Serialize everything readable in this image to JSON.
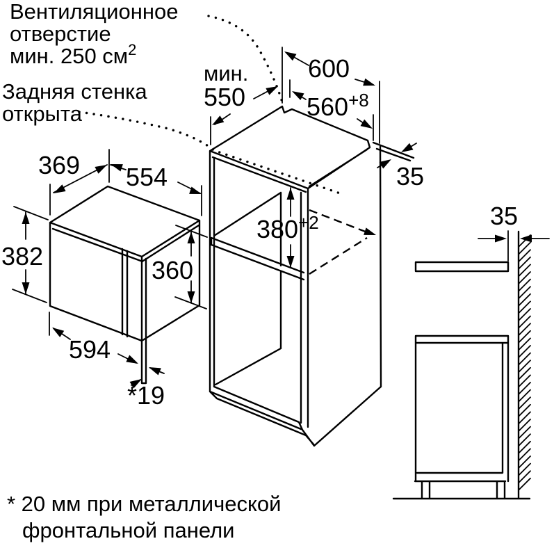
{
  "diagram": {
    "vent_note": {
      "line1": "Вентиляционное",
      "line2": "отверстие",
      "line3": "мин. 250 см",
      "superscript": "2"
    },
    "back_note": {
      "line1": "Задняя стенка",
      "line2": "открыта"
    },
    "footnote": {
      "line1": "* 20 мм при металлической",
      "line2": "фронтальной панели"
    },
    "cabinet": {
      "min_depth_label": "мин.",
      "min_depth_value": "550",
      "top_width": "600",
      "niche_width": "560",
      "niche_width_tol": "+8",
      "top_strip_thickness": "35",
      "niche_height": "380",
      "niche_height_tol": "+2"
    },
    "microwave": {
      "depth": "369",
      "top_width": "554",
      "height": "382",
      "door_height": "360",
      "bottom_width": "594",
      "door_protrusion": "*19"
    },
    "side_view": {
      "wall_gap": "35"
    }
  },
  "colors": {
    "line": "#000000",
    "background": "#ffffff"
  }
}
